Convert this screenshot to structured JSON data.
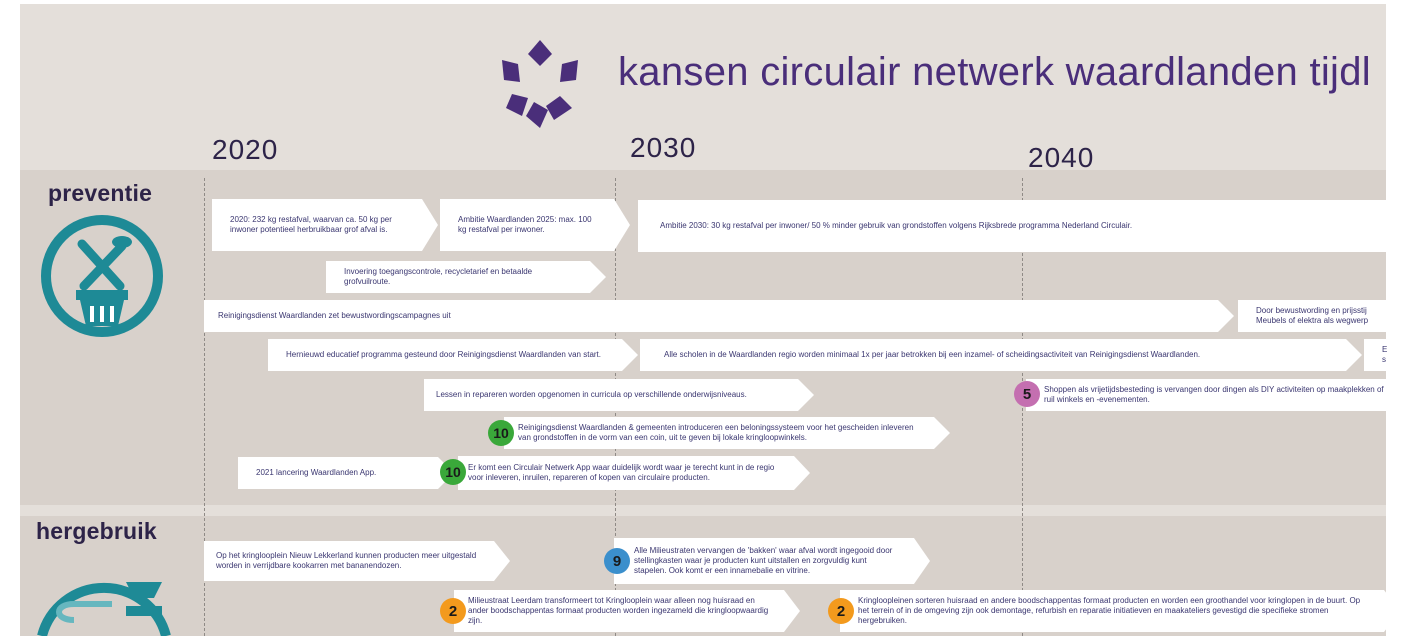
{
  "header": {
    "title": "kansen circulair netwerk waardlanden tijdl"
  },
  "timeline": {
    "years": [
      "2020",
      "2030",
      "2040"
    ]
  },
  "sections": {
    "preventie": {
      "label": "preventie"
    },
    "hergebruik": {
      "label": "hergebruik"
    }
  },
  "cards": {
    "c1": "2020: 232 kg restafval, waarvan ca. 50 kg per inwoner potentieel herbruikbaar grof afval is.",
    "c2": "Ambitie Waardlanden 2025: max. 100 kg restafval per inwoner.",
    "c3": "Ambitie 2030: 30 kg restafval per inwoner/ 50 % minder gebruik van grondstoffen volgens Rijksbrede programma Nederland Circulair.",
    "c4": "Invoering toegangscontrole, recycletarief en betaalde grofvuilroute.",
    "c5": "Reinigingsdienst Waardlanden zet bewustwordingscampagnes uit",
    "c6": "Door bewustwording en prijsstij Meubels of elektra als wegwerp",
    "c7": "Hernieuwd educatief programma gesteund door Reinigingsdienst Waardlanden van start.",
    "c8": "Alle scholen in de Waardlanden regio worden minimaal 1x per jaar betrokken bij een inzamel- of scheidingsactiviteit van Reinigingsdienst Waardlanden.",
    "c9": "E s",
    "c10": "Lessen in repareren worden opgenomen in curricula op verschillende onderwijsniveaus.",
    "c11": "Shoppen als vrijetijdsbesteding is vervangen door dingen als DIY activiteiten op maakplekken of ruil winkels en -evenementen.",
    "c12": "Reinigingsdienst Waardlanden & gemeenten introduceren een beloningssysteem voor het gescheiden inleveren van grondstoffen in de vorm van een coin, uit te geven bij lokale kringloopwinkels.",
    "c13": "2021 lancering Waardlanden App.",
    "c14": "Er komt een Circulair Netwerk App waar duidelijk wordt waar je terecht kunt in de regio voor inleveren, inruilen, repareren of kopen van circulaire producten.",
    "c15": "Op het kringlooplein Nieuw Lekkerland kunnen producten meer uitgestald worden in verrijdbare kookarren met bananendozen.",
    "c16": "Alle Milieustraten vervangen de 'bakken' waar afval wordt ingegooid door stellingkasten waar je producten kunt uitstallen en zorgvuldig kunt stapelen. Ook komt er een innamebalie en vitrine.",
    "c17": "Milieustraat Leerdam transformeert tot Kringlooplein waar alleen nog huisraad en ander boodschappentas formaat producten worden ingezameld die kringloopwaardig zijn.",
    "c18": "Kringloopleinen sorteren huisraad en andere boodschappentas formaat producten en worden een groothandel voor kringlopen in de buurt. Op het terrein of in de omgeving zijn ook demontage, refurbish en reparatie initiatieven en maakateliers gevestigd die specifieke stromen hergebruiken."
  },
  "badges": {
    "b1": "5",
    "b2": "10",
    "b3": "10",
    "b4": "9",
    "b5": "2",
    "b6": "2"
  },
  "colors": {
    "purple": "#4a2e7a",
    "teal": "#1e8a96",
    "green": "#3aa83a",
    "pink": "#c46fb0",
    "blue": "#3b8fcc",
    "orange": "#f39a1d",
    "background": "#e4dfda",
    "band": "#d8d1cb"
  },
  "icons": {
    "logo": "star-ring-logo",
    "preventie": "trash-bin-icon",
    "hergebruik": "bowl-reuse-icon"
  }
}
